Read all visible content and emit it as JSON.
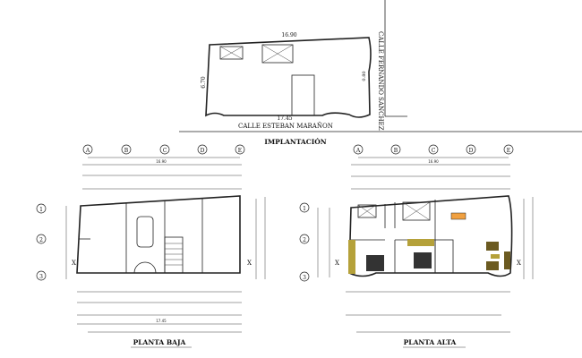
{
  "site_plan": {
    "title": "IMPLANTACIÓN",
    "street_bottom": "CALLE ESTEBAN MARAÑON",
    "street_right": "CALLE FERNANDO SANCHEZ",
    "dim_top": "16.90",
    "dim_left": "6.70",
    "dim_bottom": "17.45",
    "dim_right": "0.80"
  },
  "ground_floor": {
    "title": "PLANTA BAJA",
    "axes_x": [
      "A",
      "B",
      "C",
      "D",
      "E"
    ],
    "axes_y": [
      "1",
      "2",
      "3"
    ],
    "overall_top": "16.90",
    "overall_bottom": "17.45"
  },
  "upper_floor": {
    "title": "PLANTA ALTA",
    "axes_x": [
      "A",
      "B",
      "C",
      "D",
      "E"
    ],
    "axes_y": [
      "1",
      "2",
      "3"
    ],
    "overall_top": "16.90"
  },
  "colors": {
    "line": "#222222",
    "furniture_accent": "#b5a13a",
    "dining_table": "#f0a040"
  }
}
